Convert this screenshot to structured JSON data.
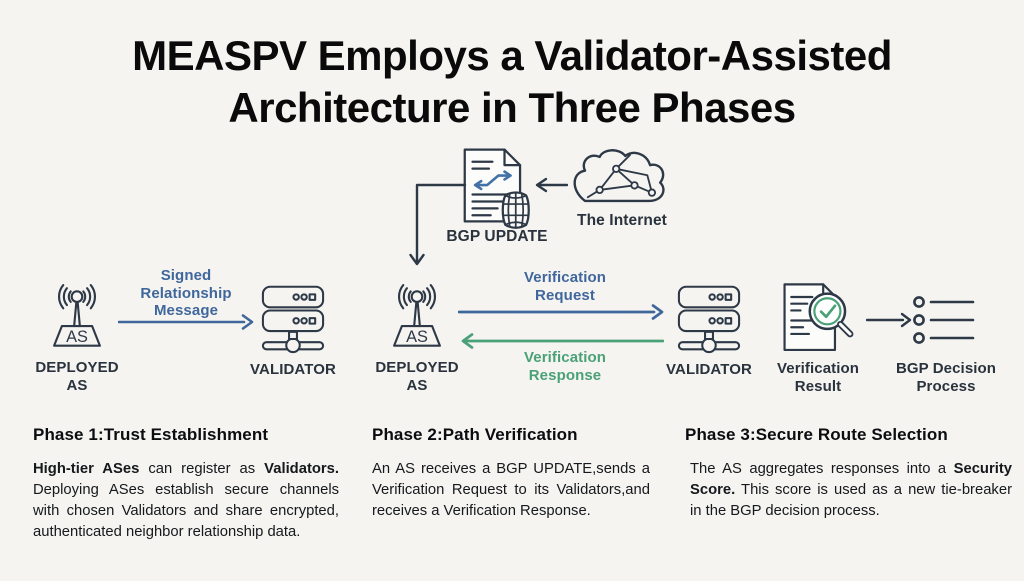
{
  "title": {
    "line1": "MEASPV Employs a Validator-Assisted",
    "line2": "Architecture in Three Phases"
  },
  "colors": {
    "background": "#f5f4f1",
    "ink": "#2e3947",
    "body_text": "#15181c",
    "accent_blue": "#40679c",
    "accent_green": "#4aa177"
  },
  "diagram": {
    "internet": {
      "label": "The Internet",
      "icon": "cloud-network-icon"
    },
    "bgp_update": {
      "label": "BGP UPDATE",
      "icon": "document-route-icon",
      "badge_icon": "barrel-icon"
    },
    "phase1": {
      "as_icon_text": "AS",
      "deployed_as_label": "DEPLOYED\nAS",
      "arrow_label": "Signed\nRelationship\nMessage",
      "validator_label": "VALIDATOR"
    },
    "phase2": {
      "as_icon_text": "AS",
      "deployed_as_label": "DEPLOYED\nAS",
      "request_label": "Verification\nRequest",
      "response_label": "Verification\nResponse",
      "validator_label": "VALIDATOR"
    },
    "phase3": {
      "verification_result_label": "Verification\nResult",
      "bgp_decision_label": "BGP Decision\nProcess"
    }
  },
  "sections": [
    {
      "heading": "Phase 1:Trust Establishment",
      "body_runs": [
        {
          "text": "High-tier ASes",
          "bold": true
        },
        {
          "text": " can register as ",
          "bold": false
        },
        {
          "text": "Validators.",
          "bold": true
        },
        {
          "text": " Deploying ASes establish secure channels with chosen Validators and share encrypted, authenticated neighbor relationship data.",
          "bold": false
        }
      ]
    },
    {
      "heading": "Phase 2:Path Verification",
      "body_runs": [
        {
          "text": "An AS receives a BGP UPDATE,sends a Verification Request to its Validators,and receives a Verification Response.",
          "bold": false
        }
      ]
    },
    {
      "heading": "Phase 3:Secure Route Selection",
      "body_runs": [
        {
          "text": "The AS aggregates responses into a ",
          "bold": false
        },
        {
          "text": "Security Score.",
          "bold": true
        },
        {
          "text": " This score is used as a new tie-breaker in the BGP decision process.",
          "bold": false
        }
      ]
    }
  ]
}
